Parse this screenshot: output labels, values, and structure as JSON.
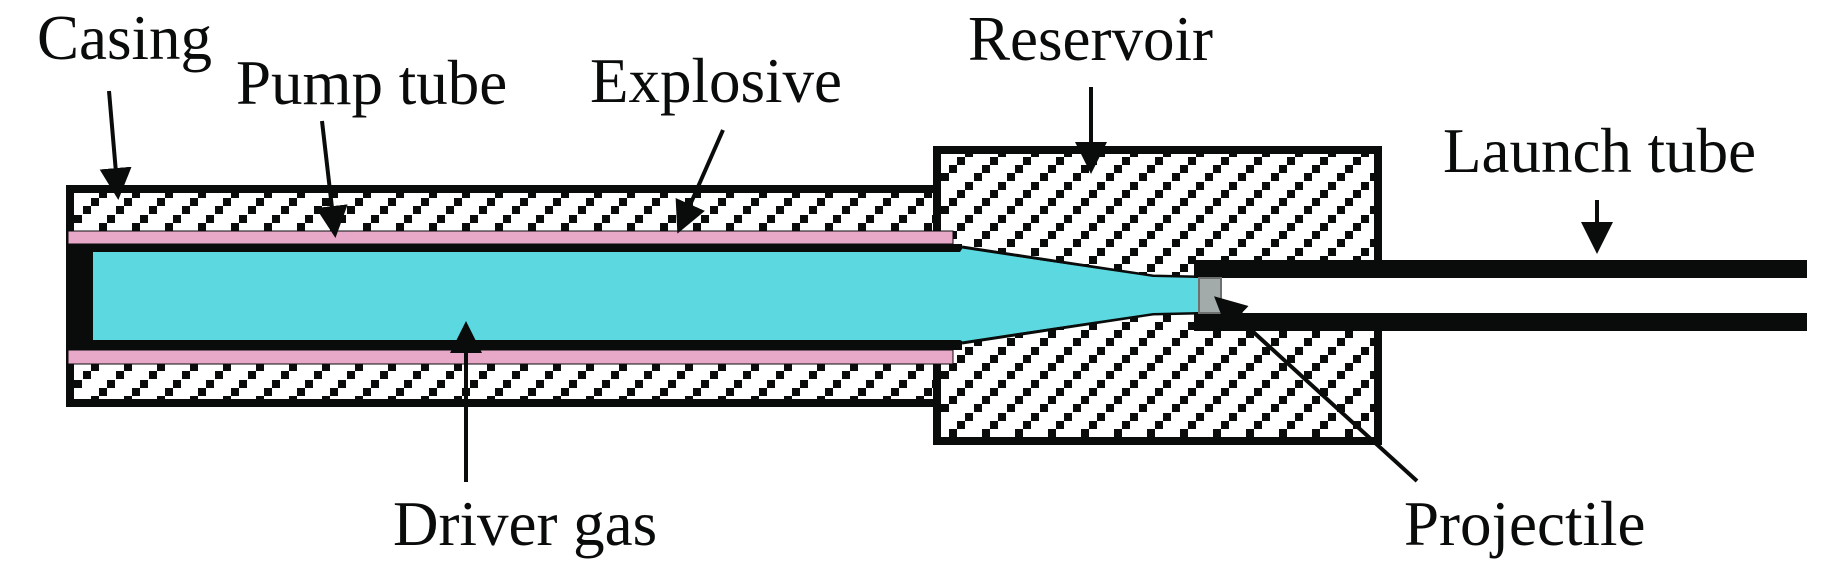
{
  "figure": {
    "type": "schematic",
    "subject": "explosively driven two-stage light-gas gun cross-section"
  },
  "labels": {
    "casing": "Casing",
    "pump_tube": "Pump tube",
    "explosive": "Explosive",
    "reservoir": "Reservoir",
    "launch_tube": "Launch tube",
    "driver_gas": "Driver gas",
    "projectile": "Projectile"
  },
  "colors": {
    "outline": "#0a0c0b",
    "driver_gas": "#5cd9e0",
    "explosive": "#e8a8c8",
    "projectile_fill": "#a3aaaa",
    "projectile_edge": "#6e7070",
    "hatch_background": "#ffffff"
  }
}
